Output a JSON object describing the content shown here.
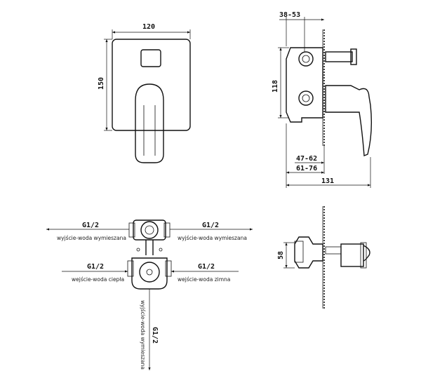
{
  "front_view": {
    "width_dim": "120",
    "height_dim": "150"
  },
  "side_view": {
    "top_range_dim": "38-53",
    "height_dim": "118",
    "inner_range_dim": "47-62",
    "mid_range_dim": "61-76",
    "total_depth_dim": "131"
  },
  "ports_view": {
    "top_left_thread": "G1/2",
    "top_left_label": "wyjście-woda wymieszana",
    "top_right_thread": "G1/2",
    "top_right_label": "wyjście-woda wymieszana",
    "mid_left_thread": "G1/2",
    "mid_left_label": "wejście-woda ciepła",
    "mid_right_thread": "G1/2",
    "mid_right_label": "wejście-woda zimna",
    "bottom_thread": "G1/2",
    "bottom_label": "wyjście-woda wymieszana"
  },
  "lower_side_view": {
    "height_dim": "58"
  }
}
